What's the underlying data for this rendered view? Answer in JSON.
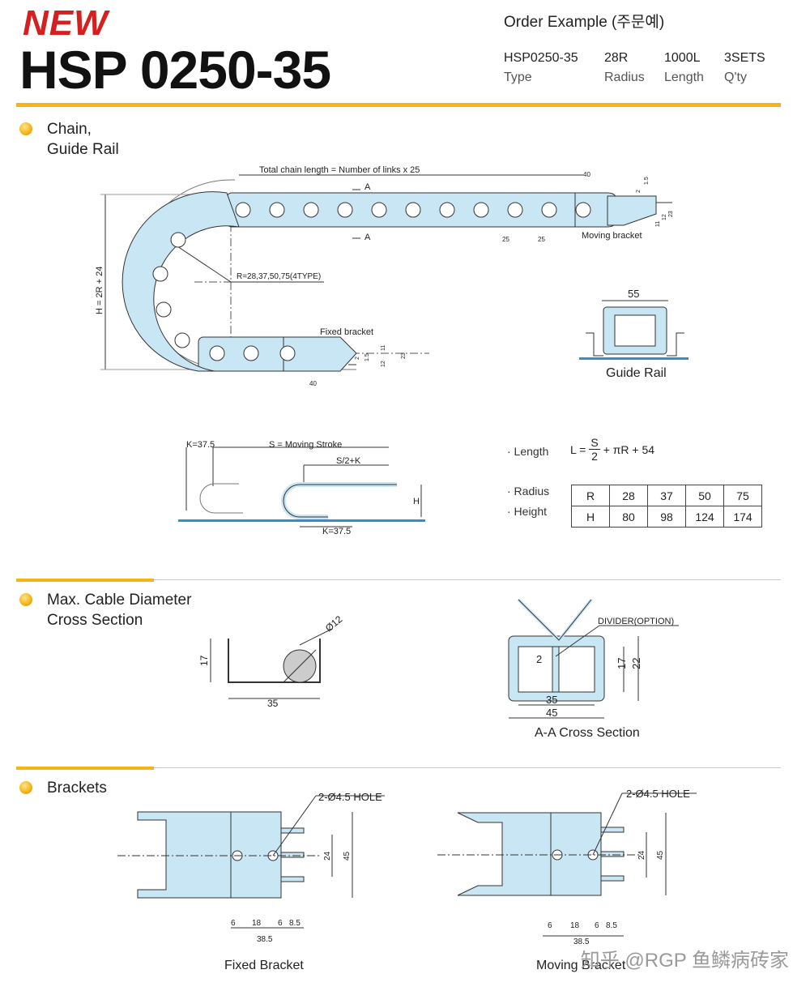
{
  "header": {
    "badge": "NEW",
    "model": "HSP 0250-35",
    "order_title": "Order Example (주문예)",
    "order_fields": [
      {
        "value": "HSP0250-35",
        "label": "Type"
      },
      {
        "value": "28R",
        "label": "Radius"
      },
      {
        "value": "1000L",
        "label": "Length"
      },
      {
        "value": "3SETS",
        "label": "Q'ty"
      }
    ]
  },
  "section_chain": {
    "title_line1": "Chain,",
    "title_line2": "Guide Rail",
    "total_length_note": "Total chain length = Number of links x 25",
    "section_mark": "A",
    "radius_note": "R=28,37,50,75(4TYPE)",
    "height_note": "H = 2R + 24",
    "fixed_bracket": "Fixed bracket",
    "moving_bracket": "Moving bracket",
    "guide_rail_caption": "Guide Rail",
    "guide_rail_width": "55",
    "dims": {
      "d40": "40",
      "d25": "25",
      "d2": "2",
      "d15": "1.5",
      "d12": "12",
      "d11": "11",
      "d23": "23"
    }
  },
  "section_stroke": {
    "k_top": "K=37.5",
    "moving_stroke": "S = Moving Stroke",
    "half_stroke": "S/2+K",
    "h_label": "H",
    "k_bottom": "K=37.5",
    "length_label": "· Length",
    "radius_label": "· Radius",
    "height_label": "· Height",
    "formula": {
      "l": "L =",
      "num": "S",
      "den": "2",
      "rest": "+ πR + 54"
    },
    "table": [
      [
        "R",
        "28",
        "37",
        "50",
        "75"
      ],
      [
        "H",
        "80",
        "98",
        "124",
        "174"
      ]
    ]
  },
  "section_cable": {
    "title_line1": "Max. Cable Diameter",
    "title_line2": "Cross Section",
    "dia": "Ø12",
    "height": "17",
    "width": "35",
    "divider": "DIVIDER(OPTION)",
    "aa_inner_h": "17",
    "aa_outer_h": "22",
    "aa_gap": "2",
    "aa_inner_w": "35",
    "aa_outer_w": "45",
    "aa_caption": "A-A Cross Section"
  },
  "section_brackets": {
    "title": "Brackets",
    "hole_note": "2-Ø4.5 HOLE",
    "dims": [
      "6",
      "18",
      "6",
      "8.5"
    ],
    "total": "38.5",
    "d24": "24",
    "d45": "45",
    "fixed_caption": "Fixed Bracket",
    "moving_caption": "Moving Bracket"
  },
  "watermark": "知乎 @RGP 鱼鳞病砖家",
  "colors": {
    "accent": "#f4b41a",
    "brand_red": "#d4201f",
    "part_fill": "#c9e6f5",
    "rail_blue": "#2f8fd0"
  }
}
